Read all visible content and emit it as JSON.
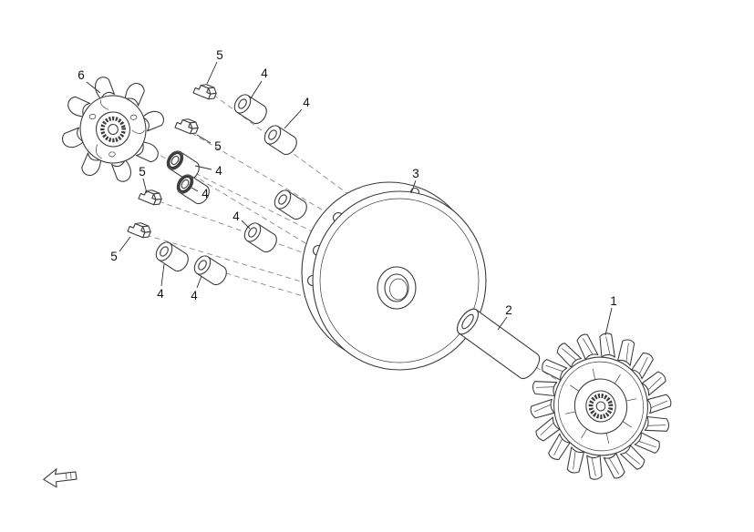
{
  "figure": {
    "background": "#ffffff",
    "line_color": "#3a3a3a",
    "dash_color": "#8b8b8b",
    "label_color": "#111111"
  },
  "callouts": [
    {
      "text": "6",
      "target": "ramp-plate"
    },
    {
      "text": "5",
      "target": "slider"
    },
    {
      "text": "4",
      "target": "roller-weight"
    },
    {
      "text": "4",
      "target": "roller-weight"
    },
    {
      "text": "5",
      "target": "slider"
    },
    {
      "text": "4",
      "target": "roller-weight"
    },
    {
      "text": "4",
      "target": "roller-weight"
    },
    {
      "text": "5",
      "target": "slider"
    },
    {
      "text": "4",
      "target": "roller-weight"
    },
    {
      "text": "5",
      "target": "slider"
    },
    {
      "text": "4",
      "target": "roller-weight"
    },
    {
      "text": "4",
      "target": "roller-weight"
    },
    {
      "text": "3",
      "target": "movable-drive-face"
    },
    {
      "text": "2",
      "target": "spacer-sleeve"
    },
    {
      "text": "1",
      "target": "fan-drive-face"
    }
  ],
  "icons": {
    "forward_arrow": "forward-direction-arrow"
  }
}
